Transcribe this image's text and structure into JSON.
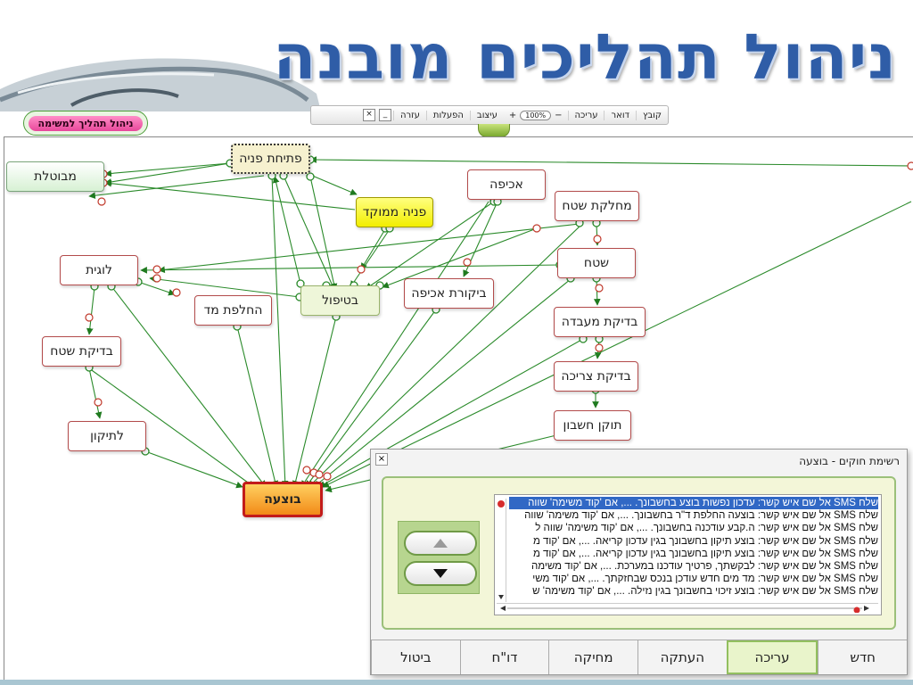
{
  "header": {
    "title": "ניהול תהליכים מובנה",
    "manage_button": "ניהול תהליך למשימה"
  },
  "toolbar": {
    "items": [
      "קובץ",
      "דואר",
      "עריכה",
      "עיצוב",
      "הפעלות",
      "עזרה"
    ],
    "zoom": "100%",
    "zoom_in": "+",
    "zoom_out": "−",
    "minimize": "_",
    "close": "×"
  },
  "flow": {
    "nodes": {
      "open_case": "פתיחת פניה",
      "cancelled": "מבוטלת",
      "focused_case": "פניה ממוקד",
      "enforcement": "אכיפה",
      "field_dept": "מחלקת שטח",
      "logistics": "לוגית",
      "replace_meter": "החלפת מד",
      "handling": "בטיפול",
      "enforcement_check": "ביקורת אכיפה",
      "field": "שטח",
      "lab_check": "בדיקת מעבדה",
      "field_check": "בדיקת שטח",
      "consumption_check": "בדיקת צריכה",
      "for_repair": "לתיקון",
      "bill_fixed": "תוקן חשבון",
      "done": "בוצעה"
    }
  },
  "dialog": {
    "title": "רשימת חוקים - בוצעה",
    "close": "×",
    "up_icon": "up-arrow-icon",
    "down_icon": "down-arrow-icon",
    "rules": [
      "שלח SMS אל שם איש קשר: עדכון נפשות בוצע בחשבונך. ..., אם 'קוד משימה' שווה",
      "שלח SMS אל שם איש קשר: בוצעה החלפת ד\"ר בחשבונך. ..., אם 'קוד משימה' שווה",
      "שלח SMS אל שם איש קשר: ה.קבע עודכנה בחשבונך. ..., אם 'קוד משימה' שווה ל",
      "שלח SMS אל שם איש קשר: בוצע תיקון בחשבונך בגין עדכון קריאה. ..., אם 'קוד מ",
      "שלח SMS אל שם איש קשר: בוצע תיקון בחשבונך בגין עדכון קריאה. ..., אם 'קוד מ",
      "שלח SMS אל שם איש קשר: לבקשתך, פרטיך עודכנו במערכת. ..., אם 'קוד משימה",
      "שלח SMS אל שם איש קשר: מד מים חדש עודכן בנכס שבחזקתך. ..., אם 'קוד משי",
      "שלח SMS אל שם איש קשר: בוצע זיכוי בחשבונך בגין נזילה. ..., אם 'קוד משימה' ש"
    ],
    "tabs": [
      "חדש",
      "עריכה",
      "העתקה",
      "מחיקה",
      "דו\"ח",
      "ביטול"
    ],
    "active_tab": "עריכה"
  }
}
